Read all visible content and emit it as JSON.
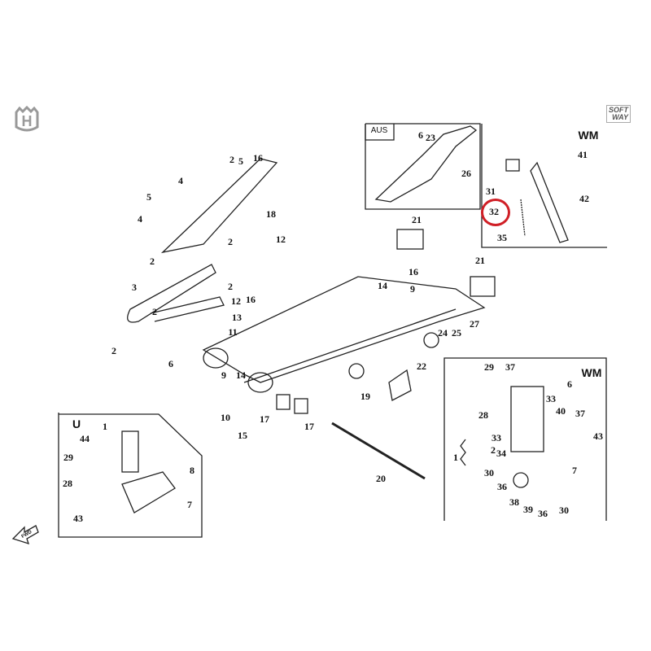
{
  "brand": {
    "logo_letter": "H",
    "softway_line1": "SOFT",
    "softway_line2": "WAY"
  },
  "highlight_color": "#d01f26",
  "boxes": {
    "aus": "AUS",
    "wm_top": "WM",
    "wm_bottom": "WM",
    "u": "U",
    "fwd": "FWD"
  },
  "labels": {
    "main": [
      "2",
      "5",
      "16",
      "4",
      "5",
      "4",
      "18",
      "12",
      "2",
      "2",
      "3",
      "2",
      "2",
      "12",
      "16",
      "13",
      "11",
      "2",
      "6",
      "9",
      "14",
      "10",
      "17",
      "17",
      "15",
      "19",
      "22",
      "20",
      "14",
      "16",
      "9",
      "21",
      "21",
      "24",
      "25",
      "27"
    ],
    "aus": [
      "6",
      "23",
      "26"
    ],
    "wm_top": [
      "41",
      "31",
      "42",
      "32",
      "35"
    ],
    "wm_bottom": [
      "29",
      "37",
      "6",
      "28",
      "33",
      "40",
      "37",
      "43",
      "33",
      "2",
      "34",
      "1",
      "30",
      "7",
      "36",
      "38",
      "39",
      "36",
      "30"
    ],
    "u": [
      "1",
      "44",
      "29",
      "8",
      "28",
      "7",
      "43"
    ]
  }
}
